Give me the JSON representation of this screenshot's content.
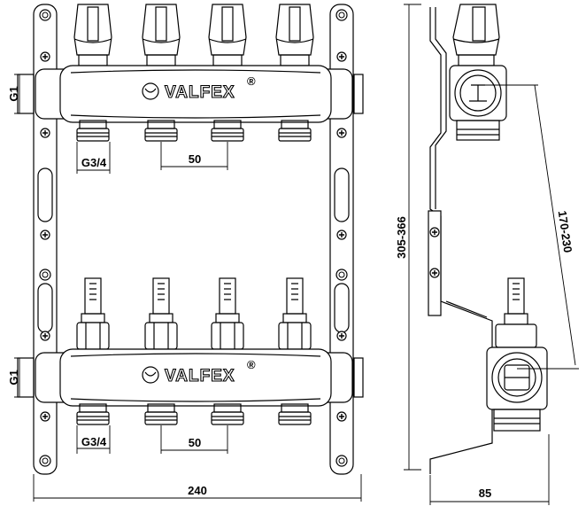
{
  "brand": {
    "name": "VALFEX",
    "mark": "®"
  },
  "dimensions": {
    "inlet_thread": "G1",
    "outlet_thread": "G3/4",
    "outlet_pitch": "50",
    "total_width": "240",
    "height_range": "305-366",
    "header_spacing": "170-230",
    "depth": "85"
  },
  "colors": {
    "line": "#000000",
    "background": "#ffffff"
  }
}
